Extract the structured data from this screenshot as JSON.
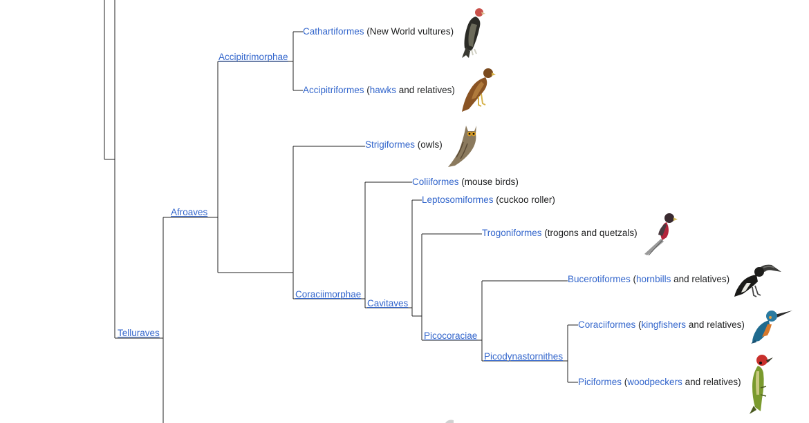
{
  "clades": {
    "telluraves": "Telluraves",
    "afroaves": "Afroaves",
    "accipitrimorphae": "Accipitrimorphae",
    "coraciimorphae": "Coraciimorphae",
    "cavitaves": "Cavitaves",
    "picocoraciae": "Picocoraciae",
    "picodynastornithes": "Picodynastornithes"
  },
  "taxa": {
    "cathartiformes": {
      "name": "Cathartiformes",
      "open": " (",
      "common": "New World vultures",
      "close": ")"
    },
    "accipitriformes": {
      "name": "Accipitriformes",
      "open": " (",
      "common_link": "hawks",
      "rest": " and relatives)"
    },
    "strigiformes": {
      "name": "Strigiformes",
      "open": " (",
      "common": "owls",
      "close": ")"
    },
    "coliiformes": {
      "name": "Coliiformes",
      "open": " (",
      "common": "mouse birds",
      "close": ")"
    },
    "leptosomiformes": {
      "name": "Leptosomiformes",
      "open": " (",
      "common": "cuckoo roller",
      "close": ")"
    },
    "trogoniformes": {
      "name": "Trogoniformes",
      "open": " (",
      "common": "trogons and quetzals",
      "close": ")"
    },
    "bucerotiformes": {
      "name": "Bucerotiformes",
      "open": " (",
      "common_link": "hornbills",
      "rest": " and relatives)"
    },
    "coraciiformes": {
      "name": "Coraciiformes",
      "open": " (",
      "common_link": "kingfishers",
      "rest": " and relatives)"
    },
    "piciformes": {
      "name": "Piciformes",
      "open": " (",
      "common_link": "woodpeckers",
      "rest": " and relatives)"
    }
  },
  "colors": {
    "link": "#3366cc",
    "text": "#202122",
    "line": "#202122"
  },
  "icons": {
    "vulture": "vulture-illustration-icon",
    "hawk": "hawk-illustration-icon",
    "owl": "owl-illustration-icon",
    "trogon": "trogon-illustration-icon",
    "hornbill": "hornbill-illustration-icon",
    "kingfisher": "kingfisher-illustration-icon",
    "woodpecker": "woodpecker-illustration-icon"
  }
}
